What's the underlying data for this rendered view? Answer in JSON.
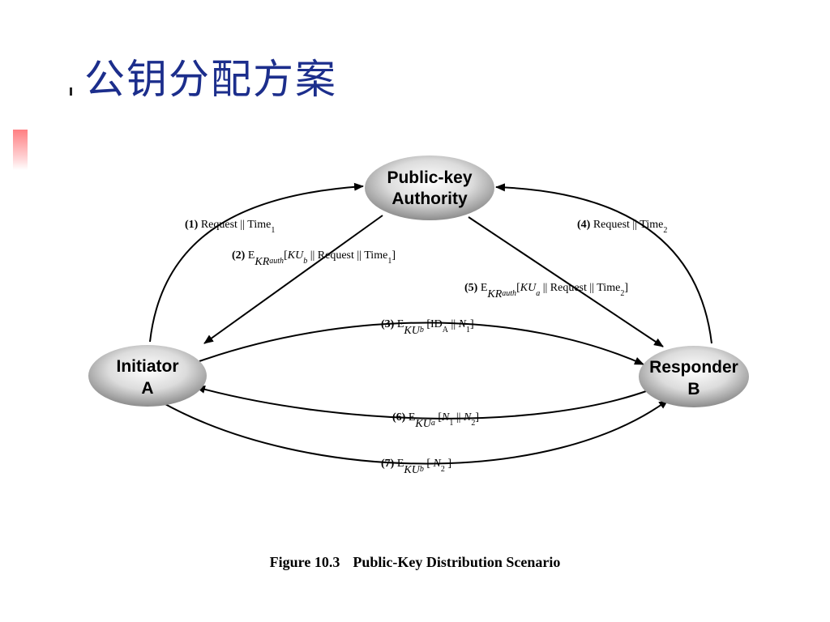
{
  "slide": {
    "title": "公钥分配方案"
  },
  "diagram": {
    "nodes": {
      "authority": {
        "line1": "Public-key",
        "line2": "Authority"
      },
      "initiator": {
        "line1": "Initiator",
        "line2": "A"
      },
      "responder": {
        "line1": "Responder",
        "line2": "B"
      }
    },
    "messages": {
      "m1": {
        "step": "(1)",
        "text": "Request || Time",
        "sub": "1"
      },
      "m2": {
        "step": "(2)",
        "e": "E",
        "key": "KR",
        "key_sub": "auth",
        "open": "[",
        "ku": "KU",
        "ku_sub": "b",
        "rest": " || Request || Time",
        "rest_sub": "1",
        "close": "]"
      },
      "m3": {
        "step": "(3)",
        "e": "E",
        "key": "KU",
        "key_sub": "b",
        "open": "[ID",
        "id_sub": "A",
        "mid": " || ",
        "n": "N",
        "n_sub": "1",
        "close": "]"
      },
      "m4": {
        "step": "(4)",
        "text": "Request || Time",
        "sub": "2"
      },
      "m5": {
        "step": "(5)",
        "e": "E",
        "key": "KR",
        "key_sub": "auth",
        "open": "[",
        "ku": "KU",
        "ku_sub": "a",
        "rest": " || Request || Time",
        "rest_sub": "2",
        "close": "]"
      },
      "m6": {
        "step": "(6)",
        "e": "E",
        "key": "KU",
        "key_sub": "a",
        "open": "[",
        "n1": "N",
        "n1_sub": "1",
        "mid": " || ",
        "n2": "N",
        "n2_sub": "2",
        "close": "]"
      },
      "m7": {
        "step": "(7)",
        "e": "E",
        "key": "KU",
        "key_sub": "b",
        "open": "[ ",
        "n": "N",
        "n_sub": "2",
        "close": " ]"
      }
    }
  },
  "caption": {
    "number": "Figure 10.3",
    "text": "Public-Key Distribution Scenario"
  }
}
